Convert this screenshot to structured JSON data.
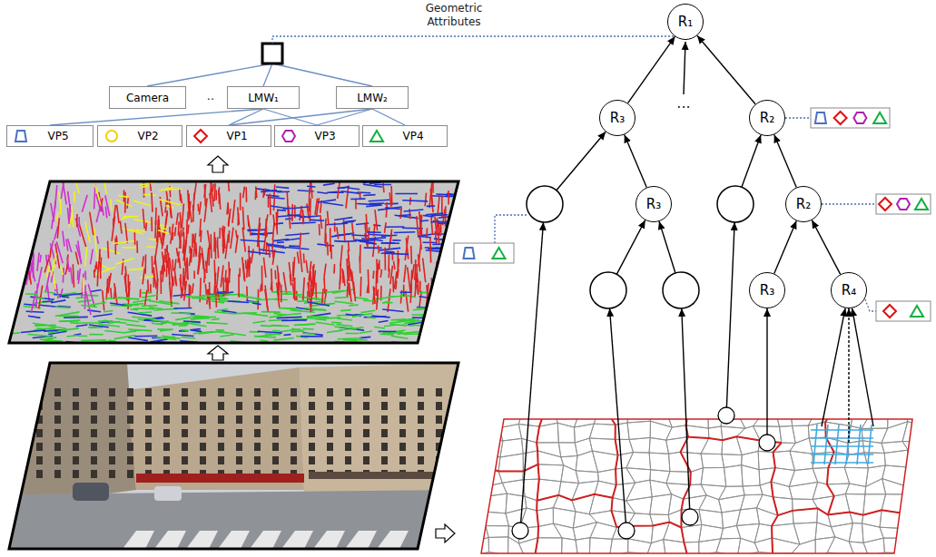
{
  "diagram": {
    "nodes": [
      {
        "text": [
          "Camera"
        ]
      },
      {
        "text": [
          "LMW₁"
        ]
      },
      {
        "text": [
          "LMW₂"
        ]
      },
      {
        "text": [
          "VP5"
        ]
      },
      {
        "text": [
          "VP2"
        ]
      },
      {
        "text": [
          "VP1"
        ]
      },
      {
        "text": [
          "VP3"
        ]
      },
      {
        "text": [
          "VP4"
        ]
      },
      {
        "text": [
          "R₁"
        ]
      },
      {
        "text": [
          "R₃"
        ]
      },
      {
        "text": [
          "R₂"
        ]
      },
      {
        "text": [
          "R₃"
        ]
      },
      {
        "text": [
          "R₂"
        ]
      },
      {
        "text": [
          "R₃"
        ]
      },
      {
        "text": [
          "R₄"
        ]
      }
    ],
    "edges": [
      {
        "from": 1,
        "to": 3,
        "arrow": "none"
      },
      {
        "from": 1,
        "to": 5,
        "arrow": "none"
      },
      {
        "from": 1,
        "to": 6,
        "arrow": "none"
      },
      {
        "from": 2,
        "to": 5,
        "arrow": "none"
      },
      {
        "from": 2,
        "to": 6,
        "arrow": "none"
      },
      {
        "from": 2,
        "to": 7,
        "arrow": "none"
      },
      {
        "from": 9,
        "to": 8,
        "arrow": "to"
      },
      {
        "from": 10,
        "to": 8,
        "arrow": "to"
      },
      {
        "from": 11,
        "to": 9,
        "arrow": "to"
      },
      {
        "from": 12,
        "to": 10,
        "arrow": "to"
      },
      {
        "from": 13,
        "to": 12,
        "arrow": "to"
      },
      {
        "from": 14,
        "to": 12,
        "arrow": "to"
      }
    ],
    "labels": [
      "Geometric Attributes",
      "..",
      "..."
    ]
  }
}
